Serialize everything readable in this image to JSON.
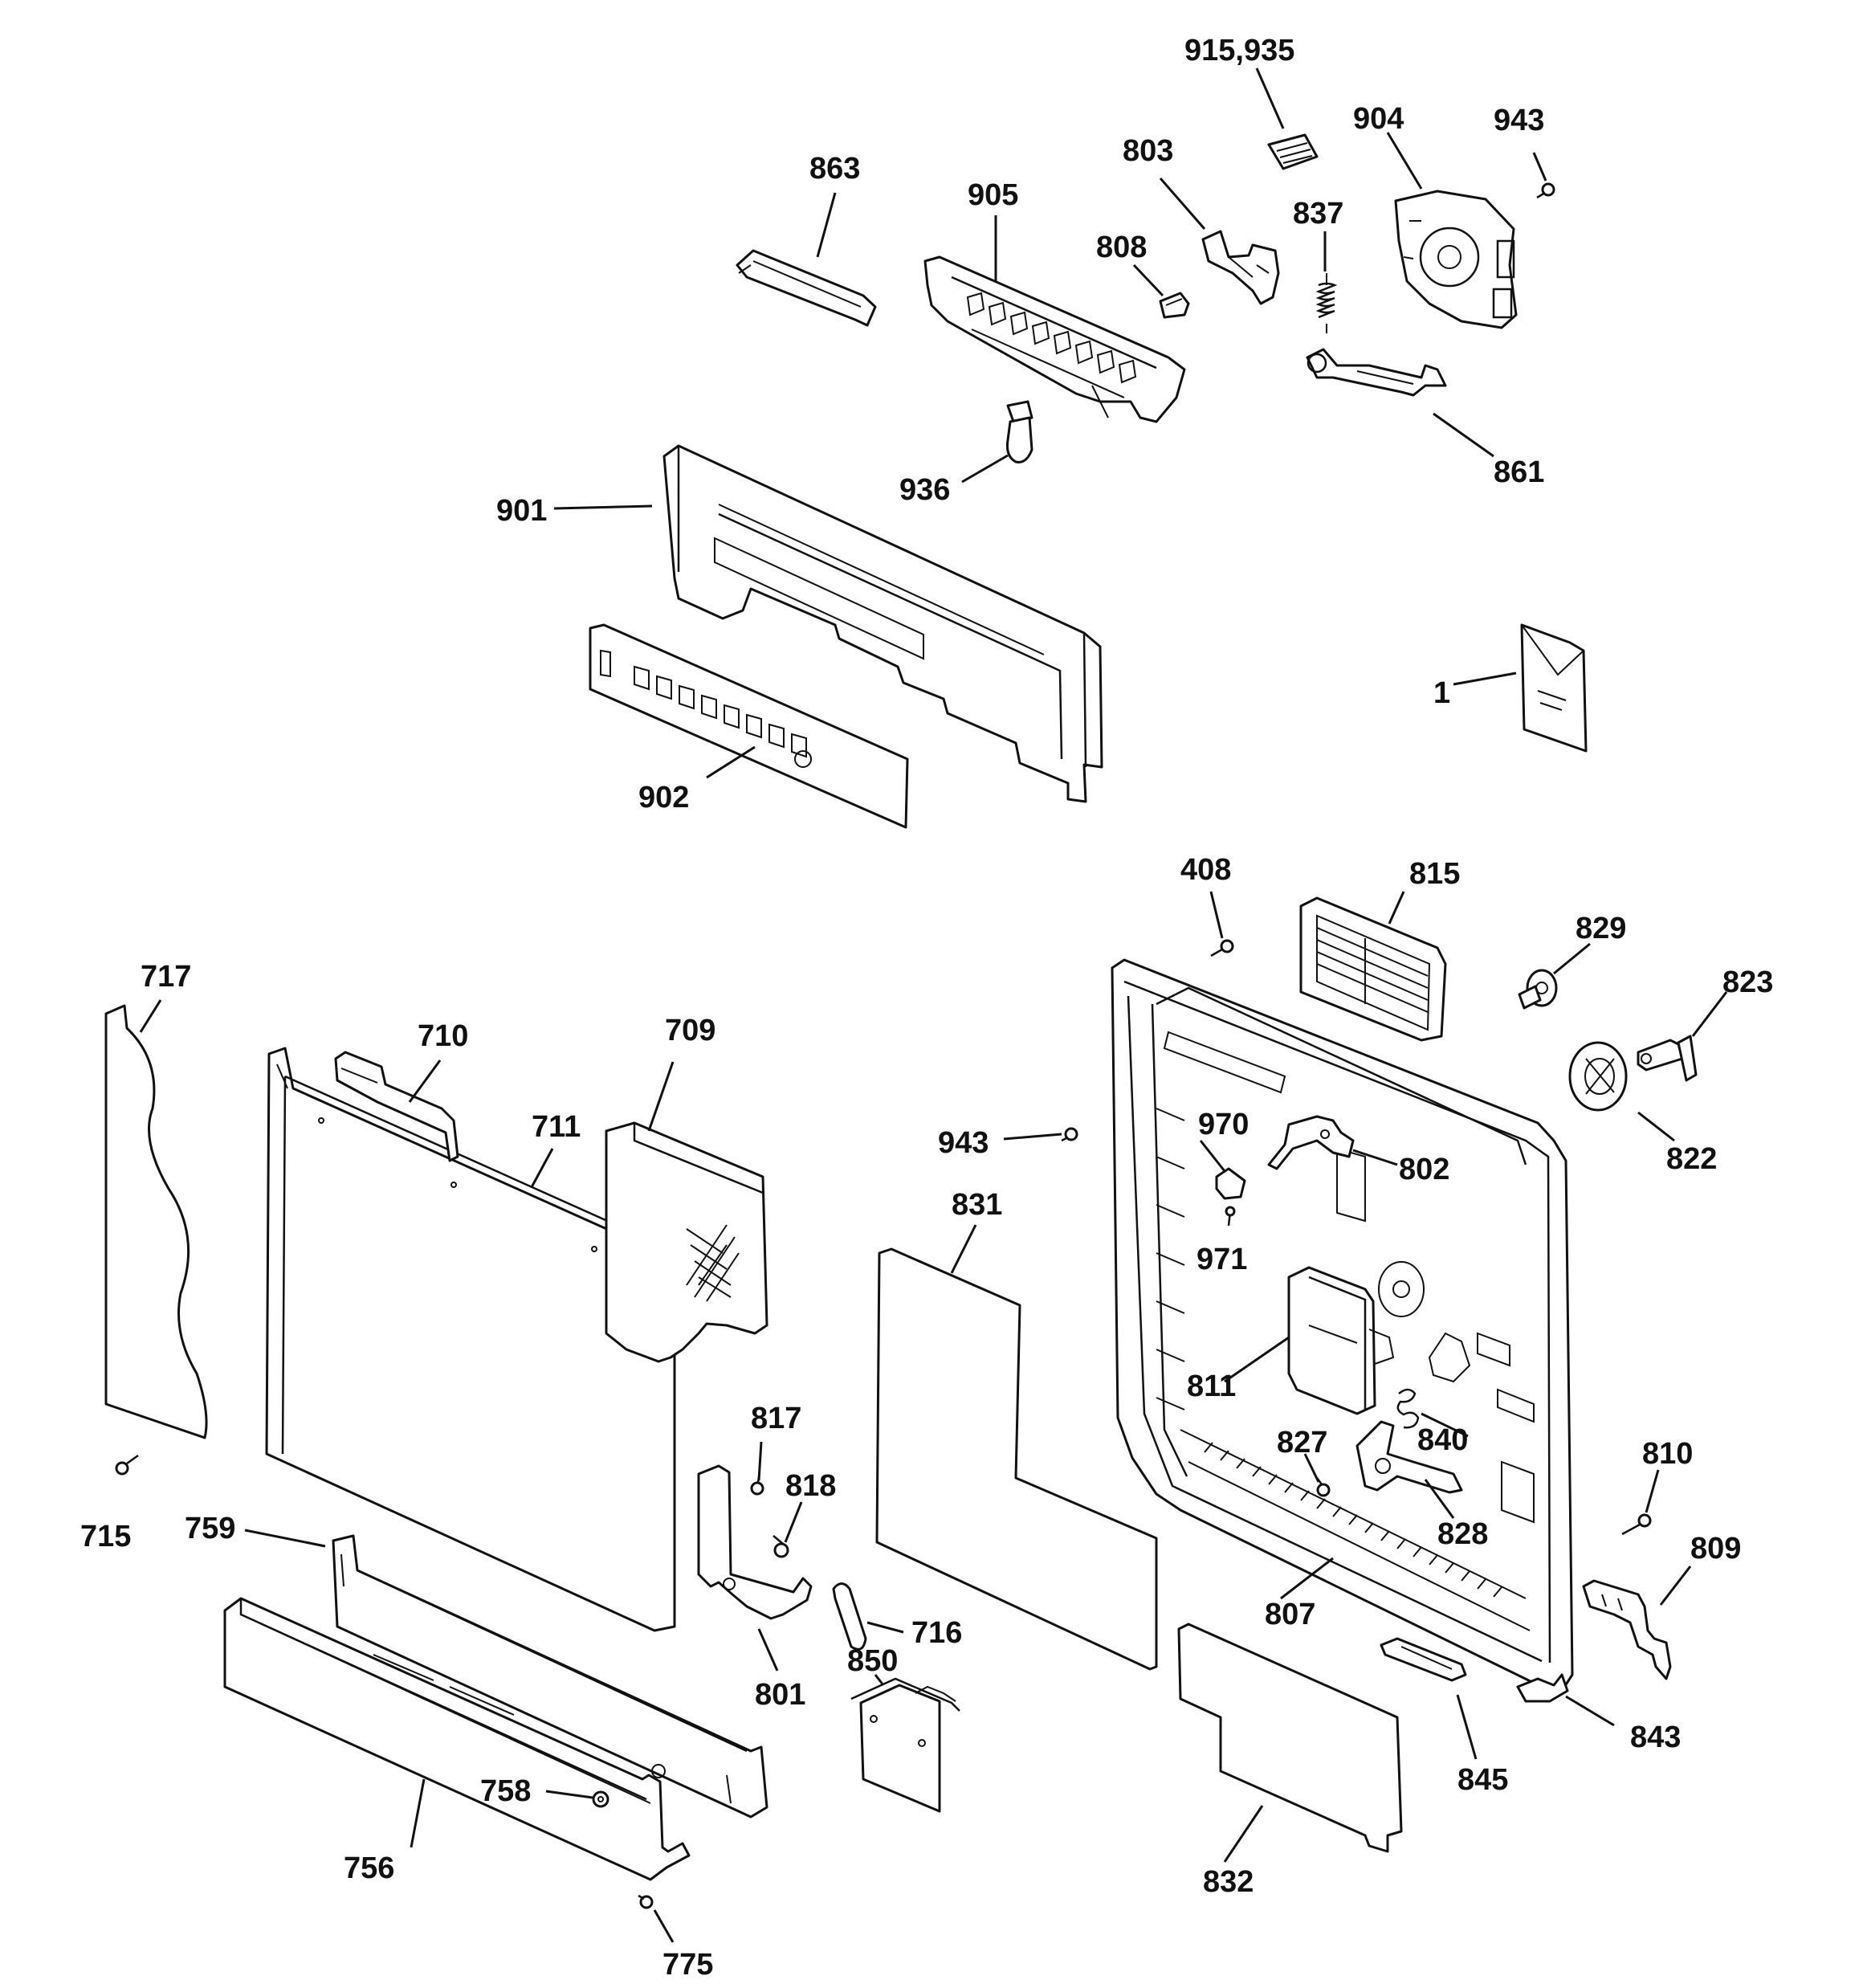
{
  "diagram": {
    "labels": [
      {
        "id": "915_935",
        "text": "915,935"
      },
      {
        "id": "904",
        "text": "904"
      },
      {
        "id": "943a",
        "text": "943"
      },
      {
        "id": "863",
        "text": "863"
      },
      {
        "id": "803",
        "text": "803"
      },
      {
        "id": "905",
        "text": "905"
      },
      {
        "id": "837",
        "text": "837"
      },
      {
        "id": "808",
        "text": "808"
      },
      {
        "id": "861",
        "text": "861"
      },
      {
        "id": "936",
        "text": "936"
      },
      {
        "id": "901",
        "text": "901"
      },
      {
        "id": "1",
        "text": "1"
      },
      {
        "id": "902",
        "text": "902"
      },
      {
        "id": "408",
        "text": "408"
      },
      {
        "id": "815",
        "text": "815"
      },
      {
        "id": "829",
        "text": "829"
      },
      {
        "id": "823",
        "text": "823"
      },
      {
        "id": "717",
        "text": "717"
      },
      {
        "id": "710",
        "text": "710"
      },
      {
        "id": "709",
        "text": "709"
      },
      {
        "id": "711",
        "text": "711"
      },
      {
        "id": "970",
        "text": "970"
      },
      {
        "id": "943b",
        "text": "943"
      },
      {
        "id": "802",
        "text": "802"
      },
      {
        "id": "822",
        "text": "822"
      },
      {
        "id": "831",
        "text": "831"
      },
      {
        "id": "971",
        "text": "971"
      },
      {
        "id": "811",
        "text": "811"
      },
      {
        "id": "817",
        "text": "817"
      },
      {
        "id": "840",
        "text": "840"
      },
      {
        "id": "827",
        "text": "827"
      },
      {
        "id": "810",
        "text": "810"
      },
      {
        "id": "818",
        "text": "818"
      },
      {
        "id": "715",
        "text": "715"
      },
      {
        "id": "759",
        "text": "759"
      },
      {
        "id": "828",
        "text": "828"
      },
      {
        "id": "809",
        "text": "809"
      },
      {
        "id": "716",
        "text": "716"
      },
      {
        "id": "807",
        "text": "807"
      },
      {
        "id": "850",
        "text": "850"
      },
      {
        "id": "801",
        "text": "801"
      },
      {
        "id": "843",
        "text": "843"
      },
      {
        "id": "758",
        "text": "758"
      },
      {
        "id": "845",
        "text": "845"
      },
      {
        "id": "756",
        "text": "756"
      },
      {
        "id": "832",
        "text": "832"
      },
      {
        "id": "775",
        "text": "775"
      }
    ]
  }
}
